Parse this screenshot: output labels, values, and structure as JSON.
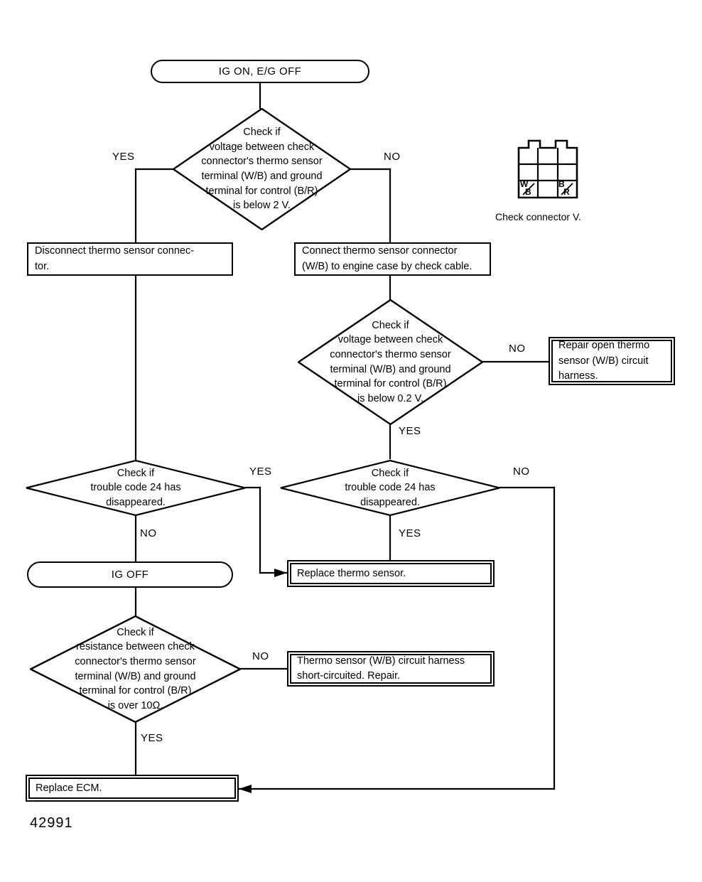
{
  "diagram": {
    "figure_number": "42991",
    "type": "troubleshooting-flowchart",
    "nodes": {
      "start": {
        "shape": "terminator",
        "label": "IG ON, E/G OFF"
      },
      "d1": {
        "shape": "decision",
        "lines": [
          "Check if",
          "voltage between check",
          "connector's thermo sensor",
          "terminal (W/B) and ground",
          "terminal for control (B/R)",
          "is below 2 V."
        ]
      },
      "p_disconnect": {
        "shape": "process",
        "lines": [
          "Disconnect thermo sensor connec-",
          "tor."
        ]
      },
      "p_connect": {
        "shape": "process",
        "lines": [
          "Connect thermo sensor connector",
          "(W/B) to engine case by check cable."
        ]
      },
      "d2": {
        "shape": "decision",
        "lines": [
          "Check if",
          "voltage between check",
          "connector's thermo sensor",
          "terminal (W/B) and ground",
          "terminal for control (B/R)",
          "is below 0.2 V."
        ]
      },
      "r_repair_open": {
        "shape": "process-emphasised",
        "lines": [
          "Repair open thermo",
          "sensor (W/B) circuit",
          "harness."
        ]
      },
      "d3_left": {
        "shape": "decision",
        "lines": [
          "Check if",
          "trouble code 24 has",
          "disappeared."
        ]
      },
      "d3_right": {
        "shape": "decision",
        "lines": [
          "Check if",
          "trouble code 24 has",
          "disappeared."
        ]
      },
      "t_ig_off": {
        "shape": "terminator",
        "label": "IG OFF"
      },
      "r_replace_sensor": {
        "shape": "process-emphasised",
        "lines": [
          "Replace thermo sensor."
        ]
      },
      "d4": {
        "shape": "decision",
        "lines": [
          "Check if",
          "resistance between check",
          "connector's thermo sensor",
          "terminal (W/B) and ground",
          "terminal for control (B/R)",
          "is over 10Ω."
        ]
      },
      "r_short": {
        "shape": "process-emphasised",
        "lines": [
          "Thermo sensor (W/B) circuit harness",
          "short-circuited.  Repair."
        ]
      },
      "r_replace_ecm": {
        "shape": "process-emphasised",
        "lines": [
          "Replace ECM."
        ]
      }
    },
    "edge_labels": {
      "d1_yes": "YES",
      "d1_no": "NO",
      "d2_no": "NO",
      "d2_yes": "YES",
      "d3_left_yes": "YES",
      "d3_left_no": "NO",
      "d3_right_no": "NO",
      "d3_right_yes": "YES",
      "d4_no": "NO",
      "d4_yes": "YES"
    },
    "connector": {
      "caption": "Check connector V.",
      "rows": 3,
      "cols": 3,
      "pin_labels": {
        "bottom_left": "W/B",
        "bottom_right": "B/R"
      }
    },
    "colors": {
      "ink": "#000000",
      "paper": "#ffffff"
    }
  }
}
